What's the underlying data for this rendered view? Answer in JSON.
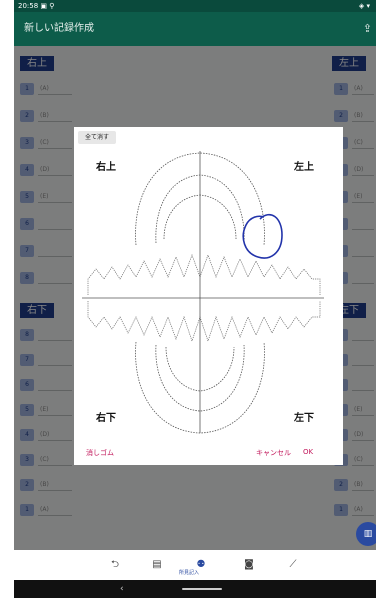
{
  "status_bar": {
    "time": "20:58",
    "icons": "▣ ⚲",
    "right_icons": "◈ ▾"
  },
  "app_bar": {
    "title": "新しい記録作成",
    "share_icon": "⇪"
  },
  "sections": {
    "upper_right": "右上",
    "upper_left": "左上",
    "lower_right": "右下",
    "lower_left": "左下"
  },
  "upper_rows": [
    {
      "num": "1",
      "label": "(A)"
    },
    {
      "num": "2",
      "label": "(B)"
    },
    {
      "num": "3",
      "label": "(C)"
    },
    {
      "num": "4",
      "label": "(D)"
    },
    {
      "num": "5",
      "label": "(E)"
    },
    {
      "num": "6",
      "label": ""
    },
    {
      "num": "7",
      "label": ""
    },
    {
      "num": "8",
      "label": ""
    }
  ],
  "lower_rows": [
    {
      "num": "8",
      "label": ""
    },
    {
      "num": "7",
      "label": ""
    },
    {
      "num": "6",
      "label": ""
    },
    {
      "num": "5",
      "label": "(E)"
    },
    {
      "num": "4",
      "label": "(D)"
    },
    {
      "num": "3",
      "label": "(C)"
    },
    {
      "num": "2",
      "label": "(B)"
    },
    {
      "num": "1",
      "label": "(A)"
    }
  ],
  "dialog": {
    "clear_all": "全て消す",
    "q_upper_right": "右上",
    "q_upper_left": "左上",
    "q_lower_right": "右下",
    "q_lower_left": "左下",
    "eraser": "消しゴム",
    "cancel": "キャンセル",
    "ok": "OK",
    "annotation_color": "#2233aa"
  },
  "bottom_nav": {
    "items": [
      "⮌",
      "▤",
      "⚉",
      "◙",
      "⟋"
    ],
    "active_label": "所見記入"
  },
  "nav_bar": {
    "back": "‹"
  },
  "fab_icon": "▥"
}
